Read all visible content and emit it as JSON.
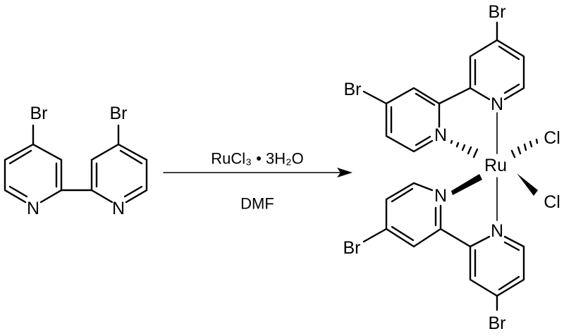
{
  "reactant": {
    "substituent": "Br",
    "ring_atom": "N"
  },
  "conditions": {
    "reagent": "RuCl₃ • 3H₂O",
    "solvent": "DMF"
  },
  "product": {
    "metal": "Ru",
    "ligand_atom": "N",
    "substituent": "Br",
    "halide": "Cl"
  },
  "colors": {
    "ink": "#000000",
    "background": "#ffffff"
  }
}
